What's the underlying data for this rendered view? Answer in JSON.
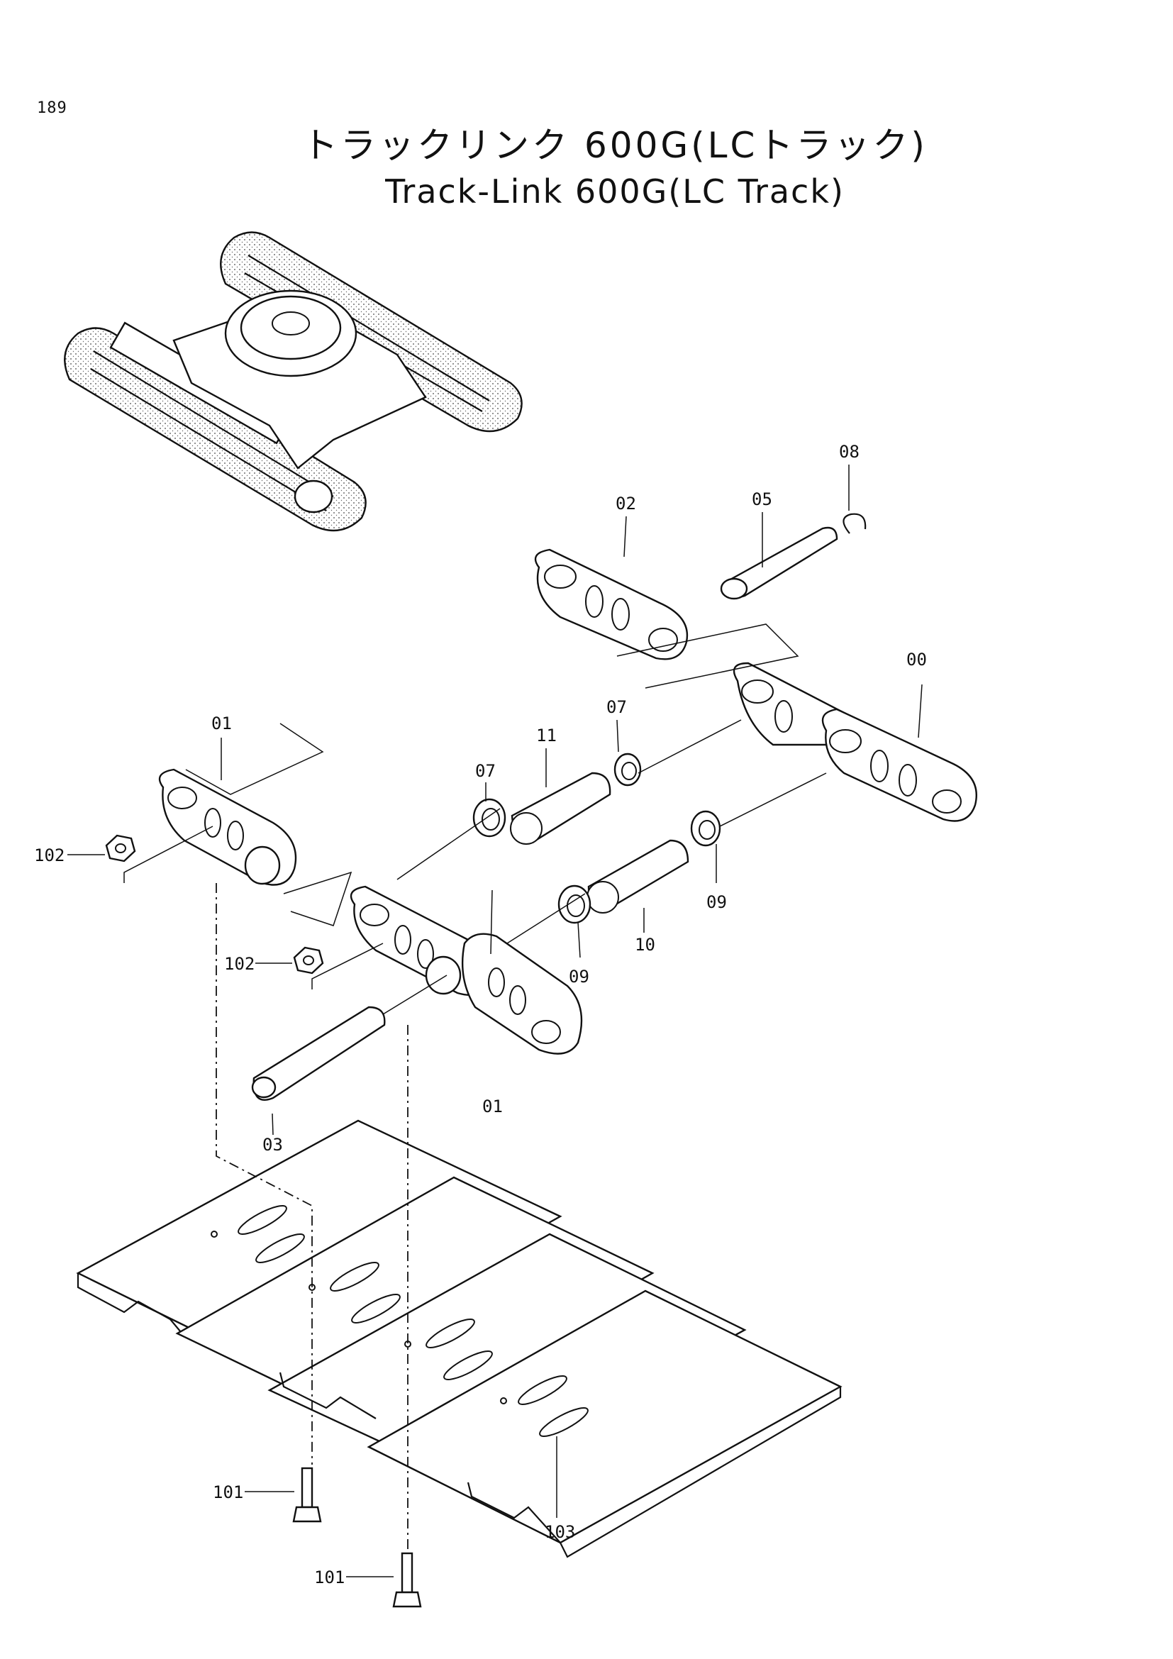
{
  "page": {
    "number": "189"
  },
  "title": {
    "ja": "トラックリンク 600G(LCトラック)",
    "en": "Track-Link 600G(LC Track)"
  },
  "callouts": {
    "c00": "00",
    "c01a": "01",
    "c01b": "01",
    "c02": "02",
    "c03": "03",
    "c05": "05",
    "c07a": "07",
    "c07b": "07",
    "c08": "08",
    "c09a": "09",
    "c09b": "09",
    "c10": "10",
    "c11": "11",
    "c101a": "101",
    "c101b": "101",
    "c102a": "102",
    "c102b": "102",
    "c103": "103"
  }
}
